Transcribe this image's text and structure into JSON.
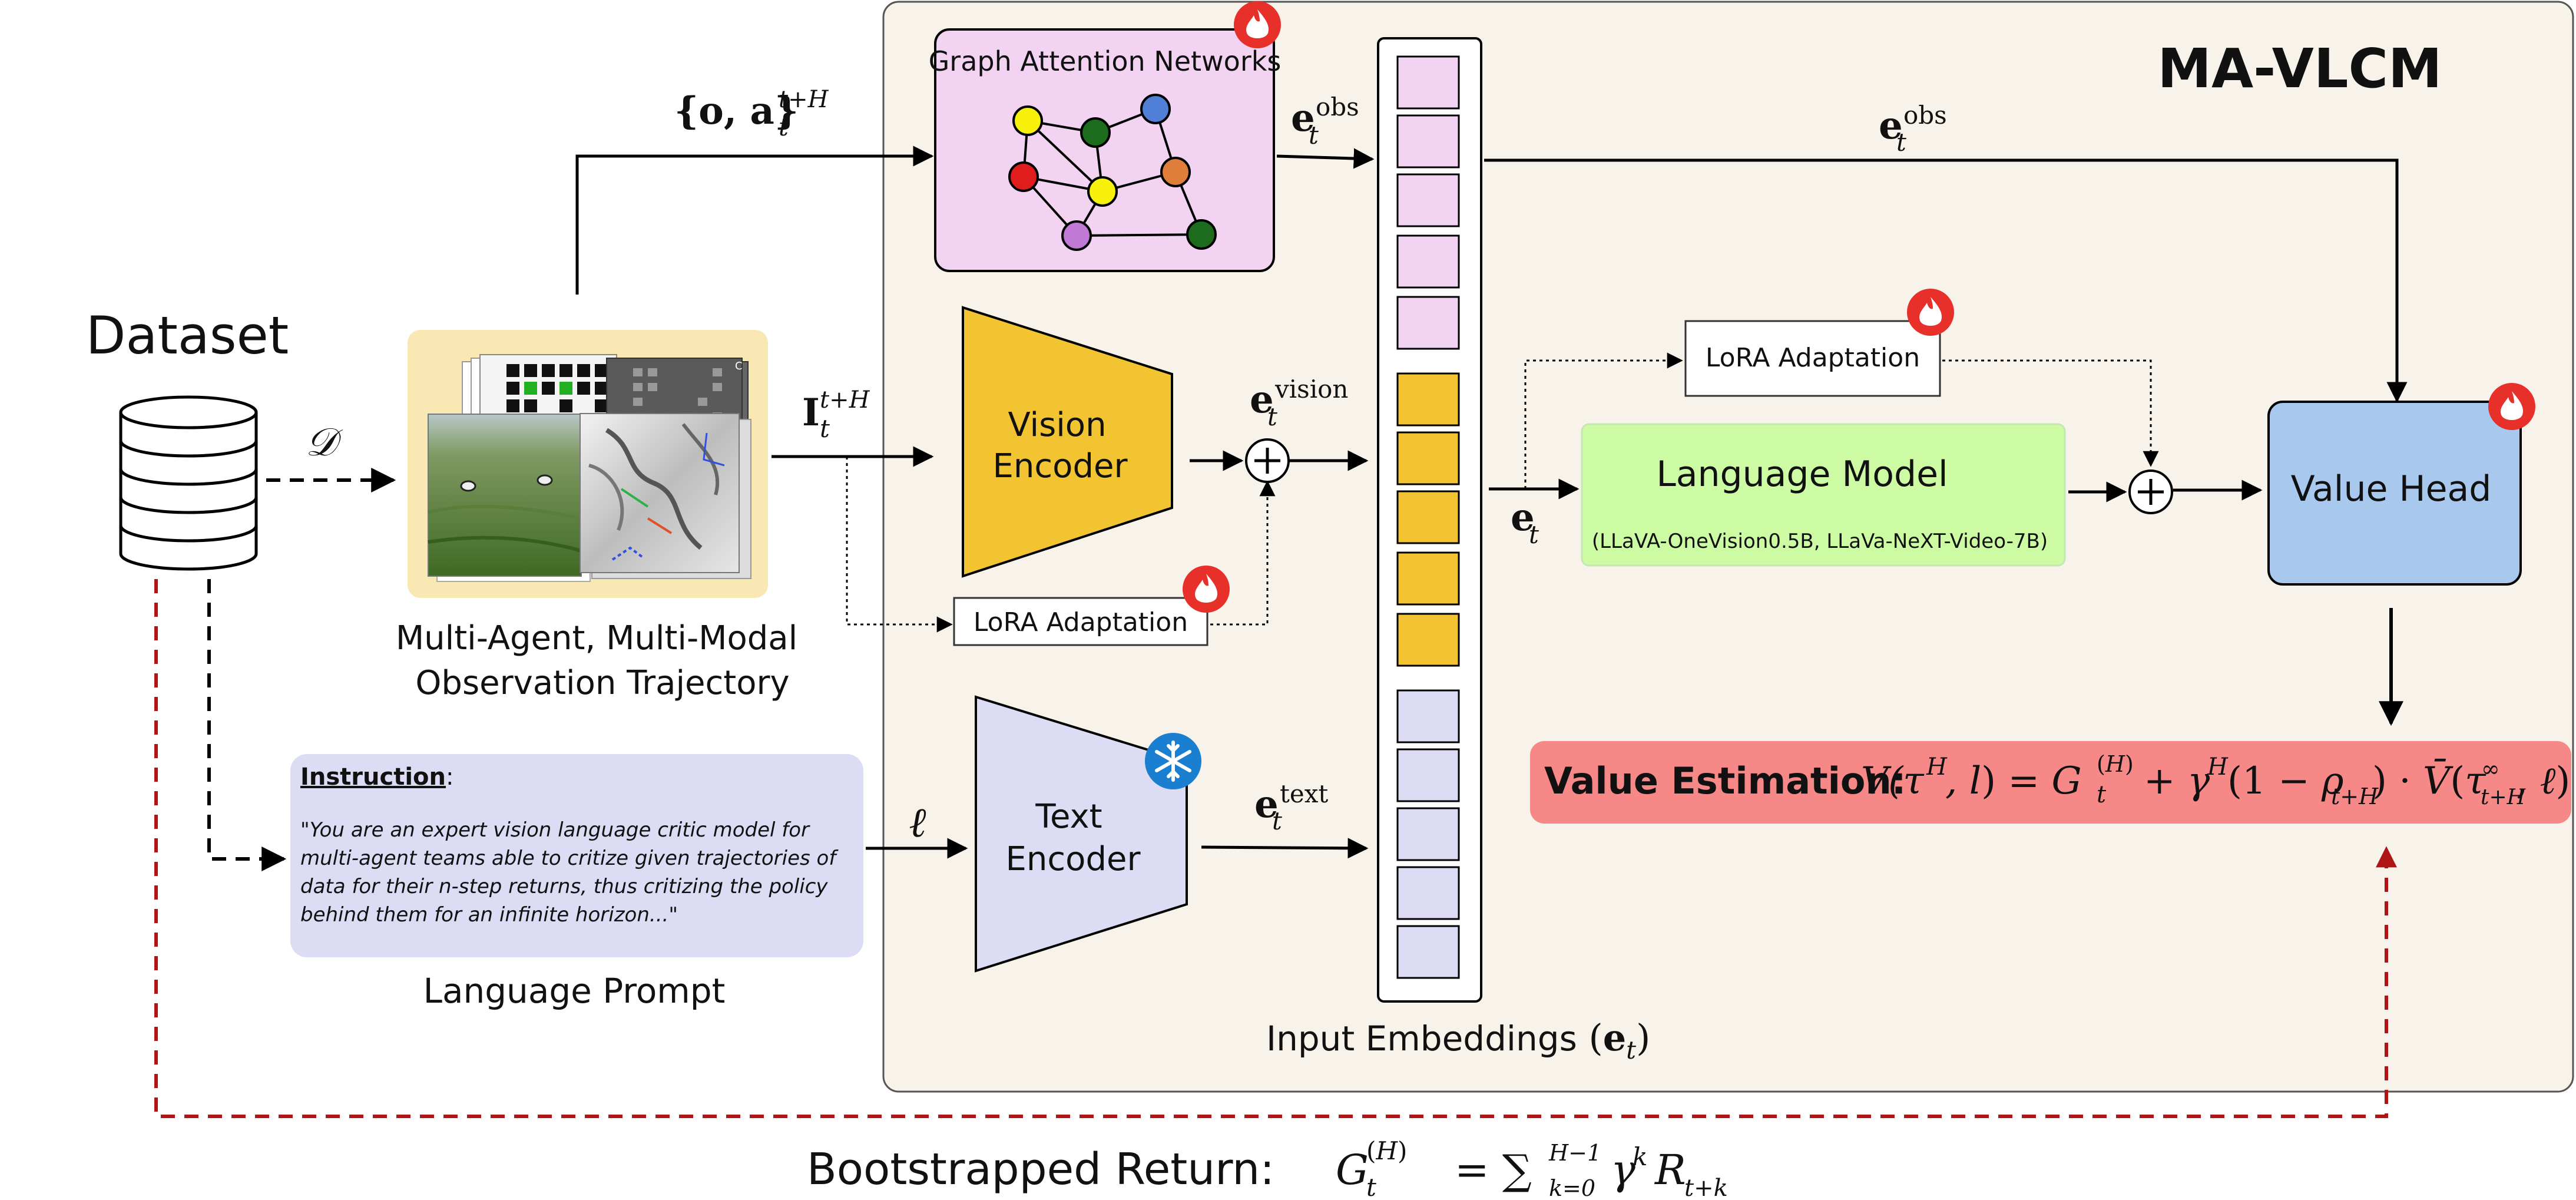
{
  "diagram": {
    "title": "MA-VLCM",
    "dataset_label": "Dataset",
    "dataset_symbol": "𝒟",
    "trajectory_caption": [
      "Multi-Agent, Multi-Modal",
      "Observation Trajectory"
    ],
    "prompt_caption": "Language Prompt",
    "instruction_heading": "Instruction",
    "instruction_colon": ":",
    "instruction_lines": [
      "\"You are an expert vision language critic model for",
      "multi-agent teams able to critize given trajectories of",
      "data for their n-step returns, thus critizing the policy",
      "behind them for an infinite horizon...\""
    ],
    "gat_label": "Graph Attention Networks",
    "vision_encoder_label": [
      "Vision",
      "Encoder"
    ],
    "text_encoder_label": [
      "Text",
      "Encoder"
    ],
    "lora_label": "LoRA Adaptation",
    "language_model_label": "Language Model",
    "language_model_variants": "(LLaVA-OneVision0.5B,  LLaVa-NeXT-Video-7B)",
    "value_head_label": "Value Head",
    "input_embeddings_label": "Input Embeddings",
    "value_estimation_label": "Value Estimation:",
    "bootstrapped_label": "Bootstrapped Return:",
    "edge_labels": {
      "obs_action": "{o, a}",
      "images": "I",
      "e_obs": "e",
      "e_vision": "e",
      "e_text": "e",
      "e_t": "e",
      "ell": "ℓ"
    },
    "icons": [
      "database-icon",
      "flame-icon",
      "snowflake-icon",
      "plus-icon"
    ],
    "colors": {
      "main_panel": "#f7f3eb",
      "gat_fill": "#f2d4f2",
      "vision_fill": "#f2c431",
      "text_fill": "#dcdcf4",
      "language_model_fill": "#cdfba4",
      "value_head_fill": "#a9c8ee",
      "value_estimation_fill": "#f68888",
      "prompt_fill": "#dcdcf4",
      "trajectory_fill": "#f9e8b4",
      "bootstrap_arrow": "#b01515",
      "flame": "#e8302a",
      "snowflake_badge": "#1b7fd1"
    }
  }
}
